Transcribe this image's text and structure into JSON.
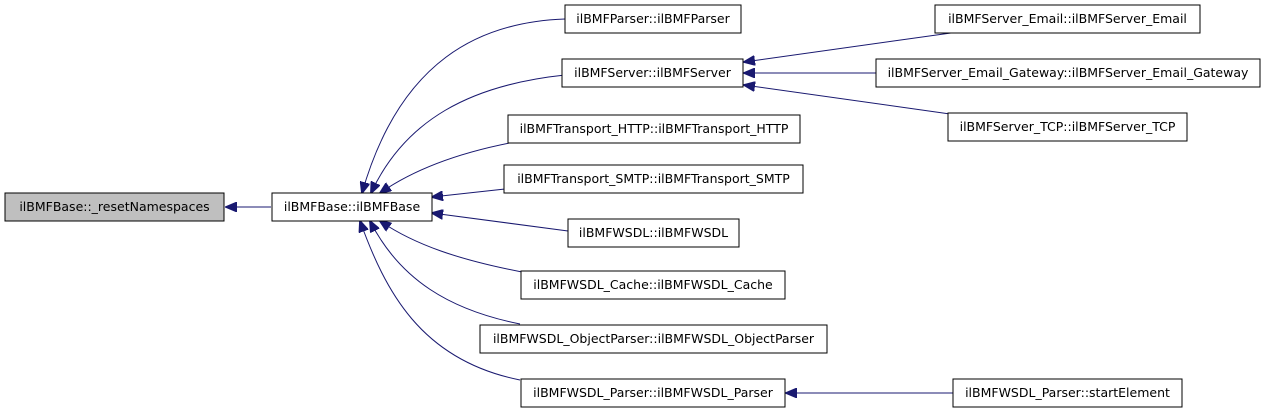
{
  "nodes": {
    "reset_namespaces": "ilBMFBase::_resetNamespaces",
    "base": "ilBMFBase::ilBMFBase",
    "parser": "ilBMFParser::ilBMFParser",
    "server": "ilBMFServer::ilBMFServer",
    "transport_http": "ilBMFTransport_HTTP::ilBMFTransport_HTTP",
    "transport_smtp": "ilBMFTransport_SMTP::ilBMFTransport_SMTP",
    "wsdl": "ilBMFWSDL::ilBMFWSDL",
    "wsdl_cache": "ilBMFWSDL_Cache::ilBMFWSDL_Cache",
    "wsdl_objectparser": "ilBMFWSDL_ObjectParser::ilBMFWSDL_ObjectParser",
    "wsdl_parser": "ilBMFWSDL_Parser::ilBMFWSDL_Parser",
    "server_email": "ilBMFServer_Email::ilBMFServer_Email",
    "server_email_gateway": "ilBMFServer_Email_Gateway::ilBMFServer_Email_Gateway",
    "server_tcp": "ilBMFServer_TCP::ilBMFServer_TCP",
    "start_element": "ilBMFWSDL_Parser::startElement"
  },
  "edges": [
    {
      "from": "base",
      "to": "reset_namespaces"
    },
    {
      "from": "parser",
      "to": "base"
    },
    {
      "from": "server",
      "to": "base"
    },
    {
      "from": "transport_http",
      "to": "base"
    },
    {
      "from": "transport_smtp",
      "to": "base"
    },
    {
      "from": "wsdl",
      "to": "base"
    },
    {
      "from": "wsdl_cache",
      "to": "base"
    },
    {
      "from": "wsdl_objectparser",
      "to": "base"
    },
    {
      "from": "wsdl_parser",
      "to": "base"
    },
    {
      "from": "server_email",
      "to": "server"
    },
    {
      "from": "server_email_gateway",
      "to": "server"
    },
    {
      "from": "server_tcp",
      "to": "server"
    },
    {
      "from": "start_element",
      "to": "wsdl_parser"
    }
  ],
  "colors": {
    "edge": "#191970",
    "highlight_fill": "#bfbfbf",
    "node_fill": "#ffffff",
    "node_border": "#000000"
  }
}
